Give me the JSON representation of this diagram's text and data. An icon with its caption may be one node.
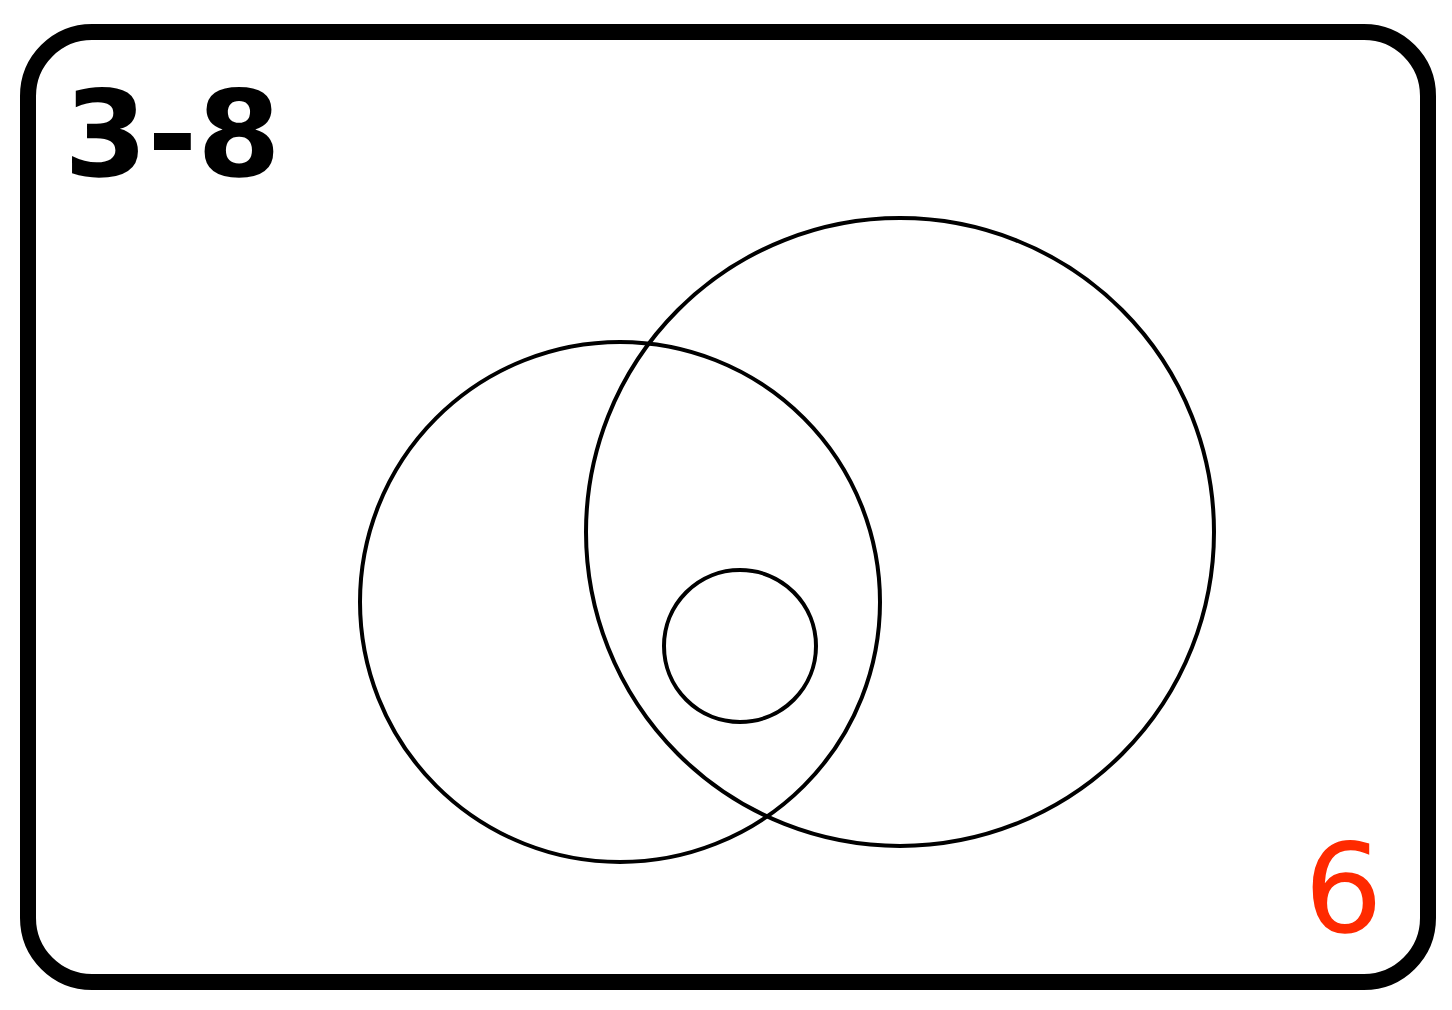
{
  "diagram": {
    "nodes": [
      {
        "text": [],
        "shape": "circle"
      },
      {
        "text": [],
        "shape": "circle"
      },
      {
        "text": [],
        "shape": "circle"
      }
    ],
    "labels": [
      "3-8",
      "6"
    ]
  }
}
